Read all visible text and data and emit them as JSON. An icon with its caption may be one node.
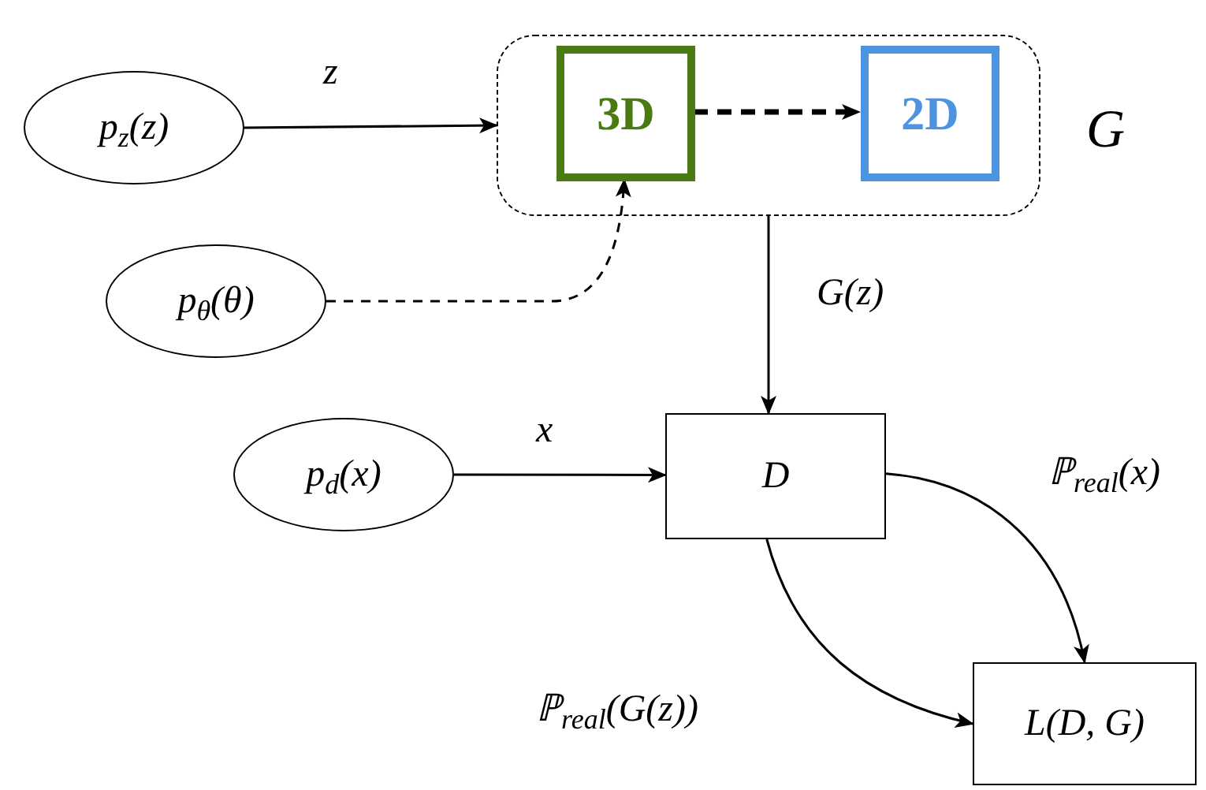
{
  "diagram": {
    "nodes": [
      {
        "text": [
          "p$_{z}$(z)"
        ]
      },
      {
        "text": [
          "G"
        ]
      },
      {
        "text": [
          "3D"
        ],
        "in": 1
      },
      {
        "text": [
          "2D"
        ],
        "in": 1
      },
      {
        "text": [
          "p$_{θ}$(θ)"
        ]
      },
      {
        "text": [
          "p$_{d}$(x)"
        ]
      },
      {
        "text": [
          "D"
        ]
      },
      {
        "text": [
          "L(D, G)"
        ]
      }
    ],
    "edges": [
      {
        "from": 0,
        "to": 1,
        "arrow": "to",
        "label": "z"
      },
      {
        "from": 2,
        "to": 3,
        "arrow": "to",
        "style": "dashed"
      },
      {
        "from": 4,
        "to": 2,
        "arrow": "to",
        "style": "dashed"
      },
      {
        "from": 1,
        "to": 6,
        "arrow": "to",
        "label": "G(z)"
      },
      {
        "from": 5,
        "to": 6,
        "arrow": "to",
        "label": "x"
      },
      {
        "from": 6,
        "to": 7,
        "arrow": "to",
        "label": "ℙ$_{real}$(x)"
      },
      {
        "from": 6,
        "to": 7,
        "arrow": "to",
        "label": "ℙ$_{real}$(G(z))"
      }
    ]
  }
}
